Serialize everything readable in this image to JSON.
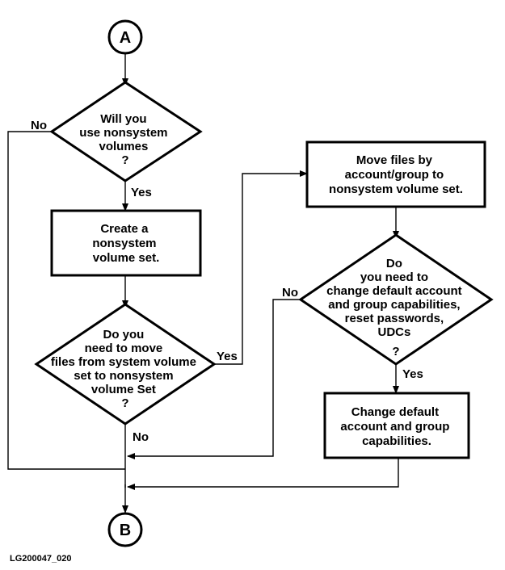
{
  "connectors": {
    "start": "A",
    "end": "B"
  },
  "decisions": {
    "nonsystem": [
      "Will you",
      "use nonsystem",
      "volumes",
      "?"
    ],
    "move_files": [
      "Do you",
      "need to move",
      "files from system volume",
      "set to nonsystem",
      "volume Set",
      "?"
    ],
    "change_defaults": [
      "Do",
      "you need to",
      "change default account",
      "and group capabilities,",
      "reset passwords,",
      "UDCs",
      "?"
    ]
  },
  "processes": {
    "create_set": [
      "Create  a",
      "nonsystem",
      "volume set."
    ],
    "move_by_account": [
      "Move files by",
      "account/group to",
      "nonsystem volume set."
    ],
    "change_caps": [
      "Change default",
      "account and group",
      "capabilities."
    ]
  },
  "edge_labels": {
    "nonsystem_no": "No",
    "nonsystem_yes": "Yes",
    "move_yes": "Yes",
    "move_no": "No",
    "change_no": "No",
    "change_yes": "Yes"
  },
  "caption": "LG200047_020"
}
